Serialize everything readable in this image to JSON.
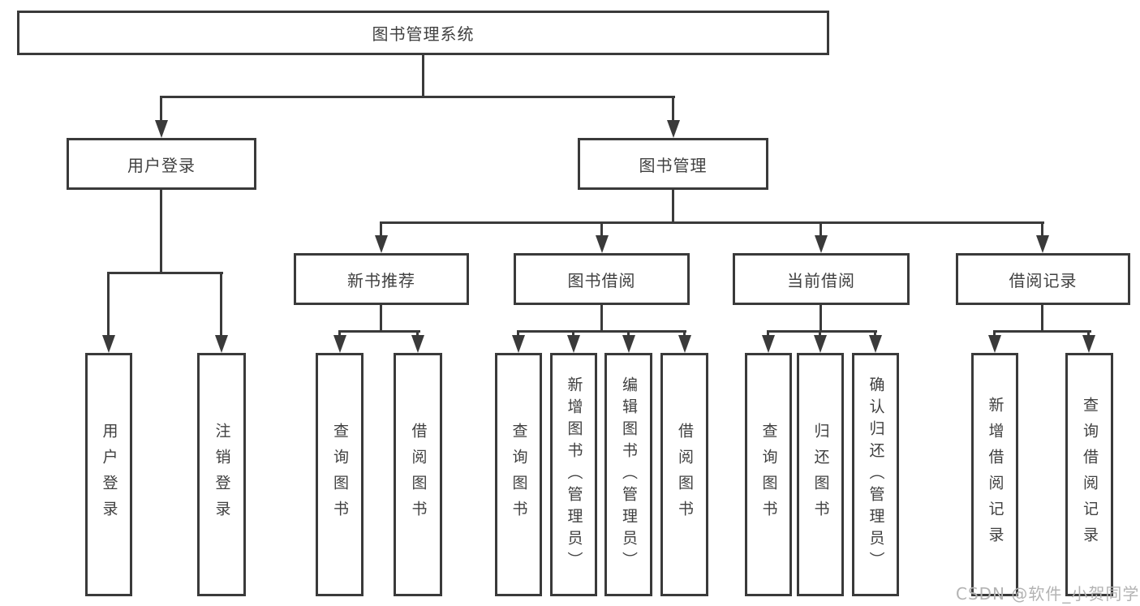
{
  "diagram_type": "hierarchy-tree",
  "root": {
    "label": "图书管理系统"
  },
  "level2": [
    {
      "label": "用户登录"
    },
    {
      "label": "图书管理"
    }
  ],
  "level3": [
    {
      "label": "新书推荐"
    },
    {
      "label": "图书借阅"
    },
    {
      "label": "当前借阅"
    },
    {
      "label": "借阅记录"
    }
  ],
  "leaves": {
    "user_login": [
      {
        "label": "用户登录"
      },
      {
        "label": "注销登录"
      }
    ],
    "new_book_recommend": [
      {
        "label": "查询图书"
      },
      {
        "label": "借阅图书"
      }
    ],
    "book_borrow": [
      {
        "label": "查询图书"
      },
      {
        "label": "新增图书（管理员）"
      },
      {
        "label": "编辑图书（管理员）"
      },
      {
        "label": "借阅图书"
      }
    ],
    "current_borrow": [
      {
        "label": "查询图书"
      },
      {
        "label": "归还图书"
      },
      {
        "label": "确认归还（管理员）"
      }
    ],
    "borrow_records": [
      {
        "label": "新增借阅记录"
      },
      {
        "label": "查询借阅记录"
      }
    ]
  },
  "watermark": "CSDN @软件_小贺同学",
  "colors": {
    "line": "#3a3a3a",
    "text": "#404040",
    "watermark": "#b3b3b3",
    "background": "#ffffff"
  }
}
